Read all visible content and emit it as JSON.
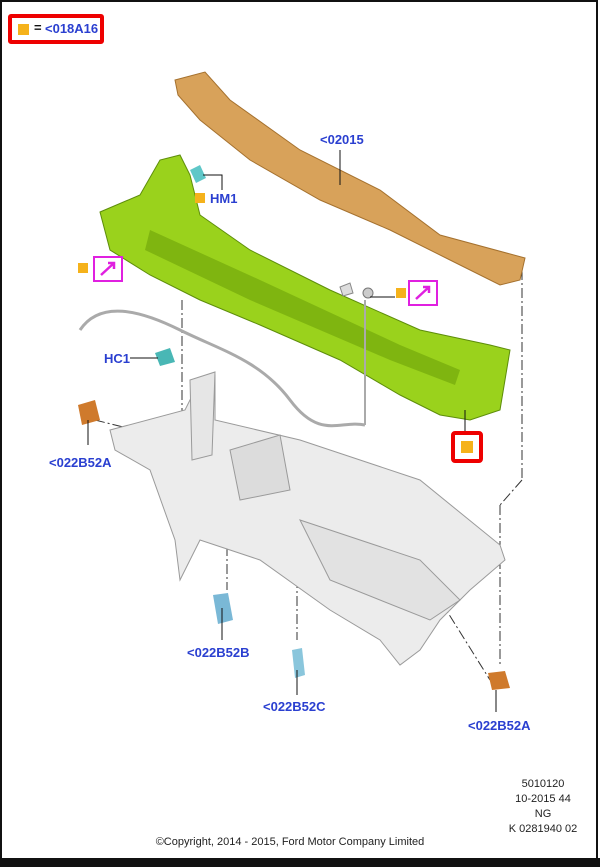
{
  "legend": {
    "equals": "=",
    "code": "<018A16"
  },
  "labels": {
    "cowl_top": "<02015",
    "hm1": "HM1",
    "hc1": "HC1",
    "bracket_left": "<022B52A",
    "bracket_b": "<022B52B",
    "bracket_c": "<022B52C",
    "bracket_right": "<022B52A"
  },
  "footer": {
    "line1": "5010120",
    "line2": "10-2015 44",
    "line3": "NG",
    "line4": "K 0281940 02"
  },
  "copyright": "©Copyright, 2014 - 2015, Ford Motor Company Limited",
  "colors": {
    "marker": "#f5b21b",
    "label": "#2a3fd0",
    "highlight": "#e00000",
    "note_box": "#e020e0"
  }
}
